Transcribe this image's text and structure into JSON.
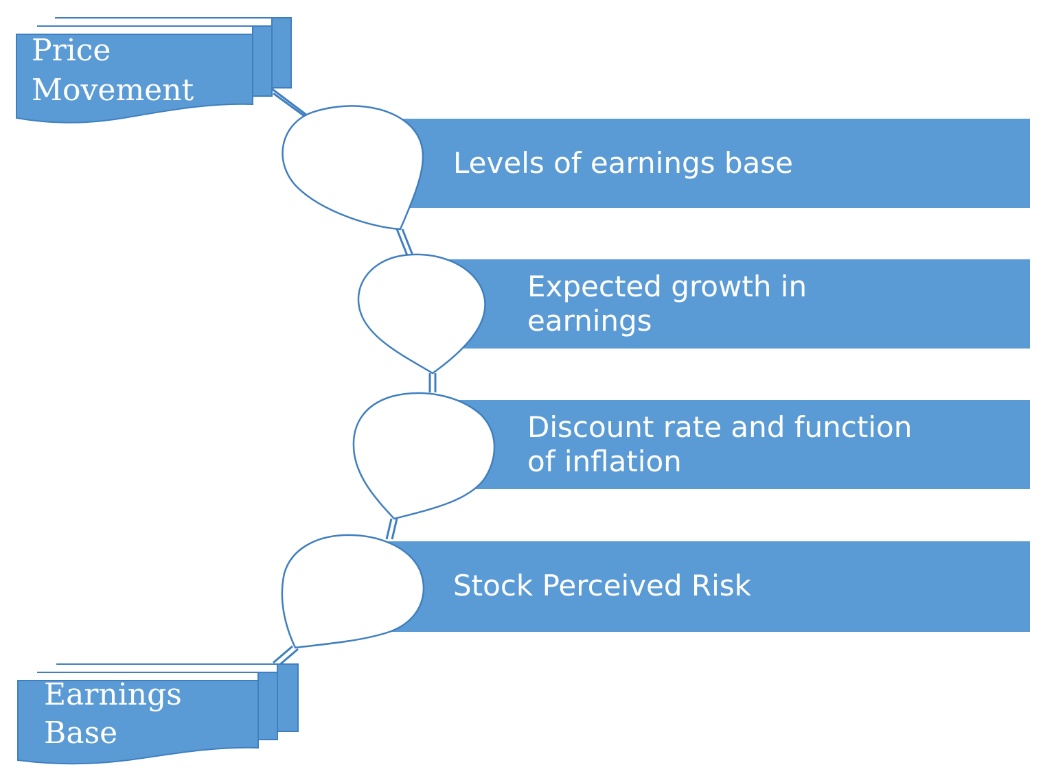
{
  "colors": {
    "fill": "#5b9bd5",
    "stroke": "#3f7fbf",
    "background": "#ffffff"
  },
  "start_document": {
    "line1": "Price",
    "line2": "Movement"
  },
  "end_document": {
    "line1": "Earnings",
    "line2": "Base"
  },
  "factors": [
    {
      "line1": "Levels of earnings base",
      "line2": ""
    },
    {
      "line1": "Expected growth in",
      "line2": "earnings"
    },
    {
      "line1": "Discount rate and function",
      "line2": "of inflation"
    },
    {
      "line1": "Stock Perceived Risk",
      "line2": ""
    }
  ]
}
